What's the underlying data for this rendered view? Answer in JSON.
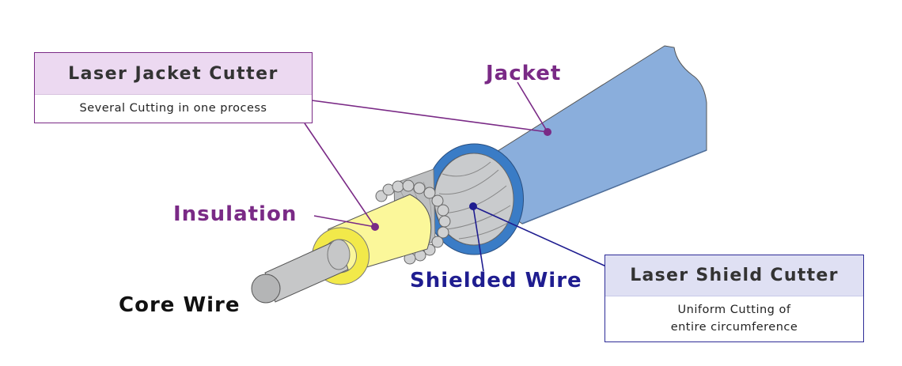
{
  "boxes": {
    "jacket_cutter": {
      "title": "Laser Jacket Cutter",
      "subtitle": "Several Cutting in one process"
    },
    "shield_cutter": {
      "title": "Laser Shield Cutter",
      "subtitle_line1": "Uniform Cutting of",
      "subtitle_line2": "entire circumference"
    }
  },
  "labels": {
    "jacket": "Jacket",
    "insulation": "Insulation",
    "shielded_wire": "Shielded Wire",
    "core_wire": "Core Wire"
  },
  "colors": {
    "jacket_fill": "#8aaedc",
    "jacket_ring": "#3a7cc6",
    "shield": "#c9cbcd",
    "insulation": "#fbf79a",
    "insulation_ring": "#f2e94a",
    "core": "#c6c7c8",
    "accent_purple": "#7a2a86",
    "accent_navy": "#1f1d90"
  }
}
